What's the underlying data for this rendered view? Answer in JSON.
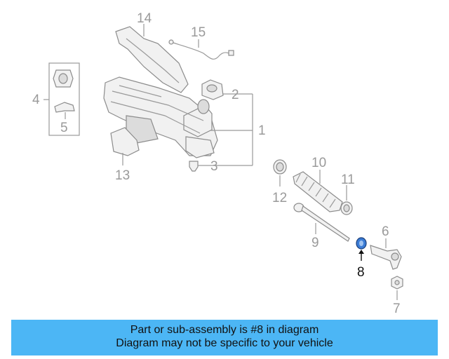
{
  "diagram": {
    "callouts": [
      "1",
      "2",
      "3",
      "4",
      "5",
      "6",
      "7",
      "8",
      "9",
      "10",
      "11",
      "12",
      "13",
      "14",
      "15"
    ],
    "highlight_part": "8",
    "colors": {
      "highlight": "#3a7bd5",
      "banner": "#4cb6f5",
      "lines": "#9a9a9a"
    }
  },
  "banner": {
    "line1": "Part or sub-assembly is #8 in diagram",
    "line2": "Diagram may not be specific to your vehicle"
  }
}
